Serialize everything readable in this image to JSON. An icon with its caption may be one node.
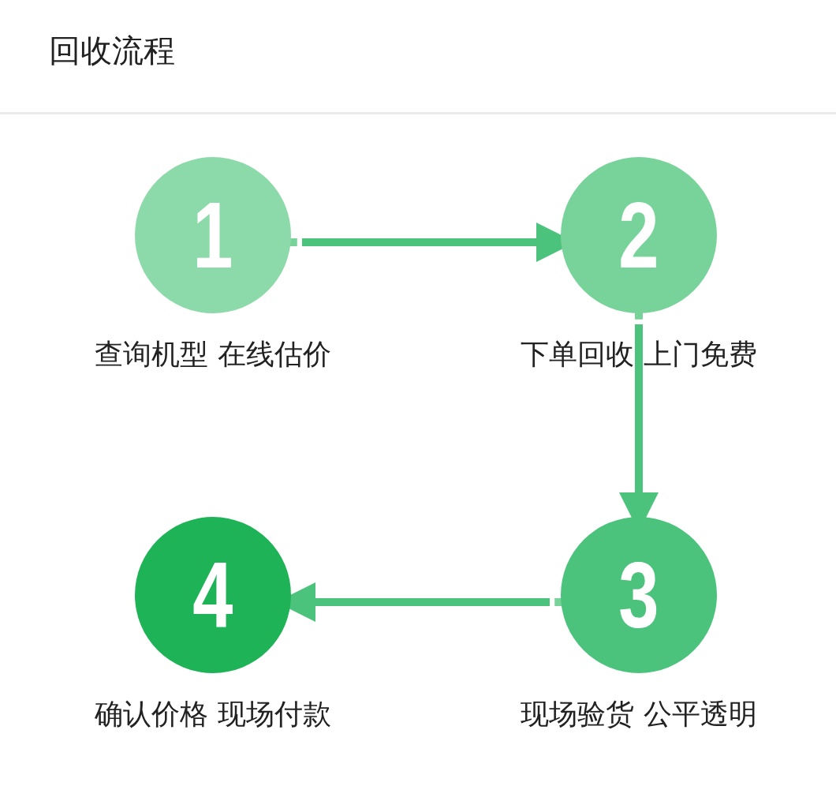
{
  "diagram": {
    "title": "回收流程",
    "nodes": [
      {
        "text": [
          "1"
        ],
        "beside": [
          "查询机型 在线估价"
        ]
      },
      {
        "text": [
          "2"
        ],
        "beside": [
          "下单回收 上门免费"
        ]
      },
      {
        "text": [
          "3"
        ],
        "beside": [
          "现场验货 公平透明"
        ]
      },
      {
        "text": [
          "4"
        ],
        "beside": [
          "确认价格 现场付款"
        ]
      }
    ],
    "edges": [
      {
        "from": 0,
        "to": 1,
        "arrow": "to"
      },
      {
        "from": 1,
        "to": 2,
        "arrow": "to"
      },
      {
        "from": 2,
        "to": 3,
        "arrow": "to"
      }
    ]
  }
}
